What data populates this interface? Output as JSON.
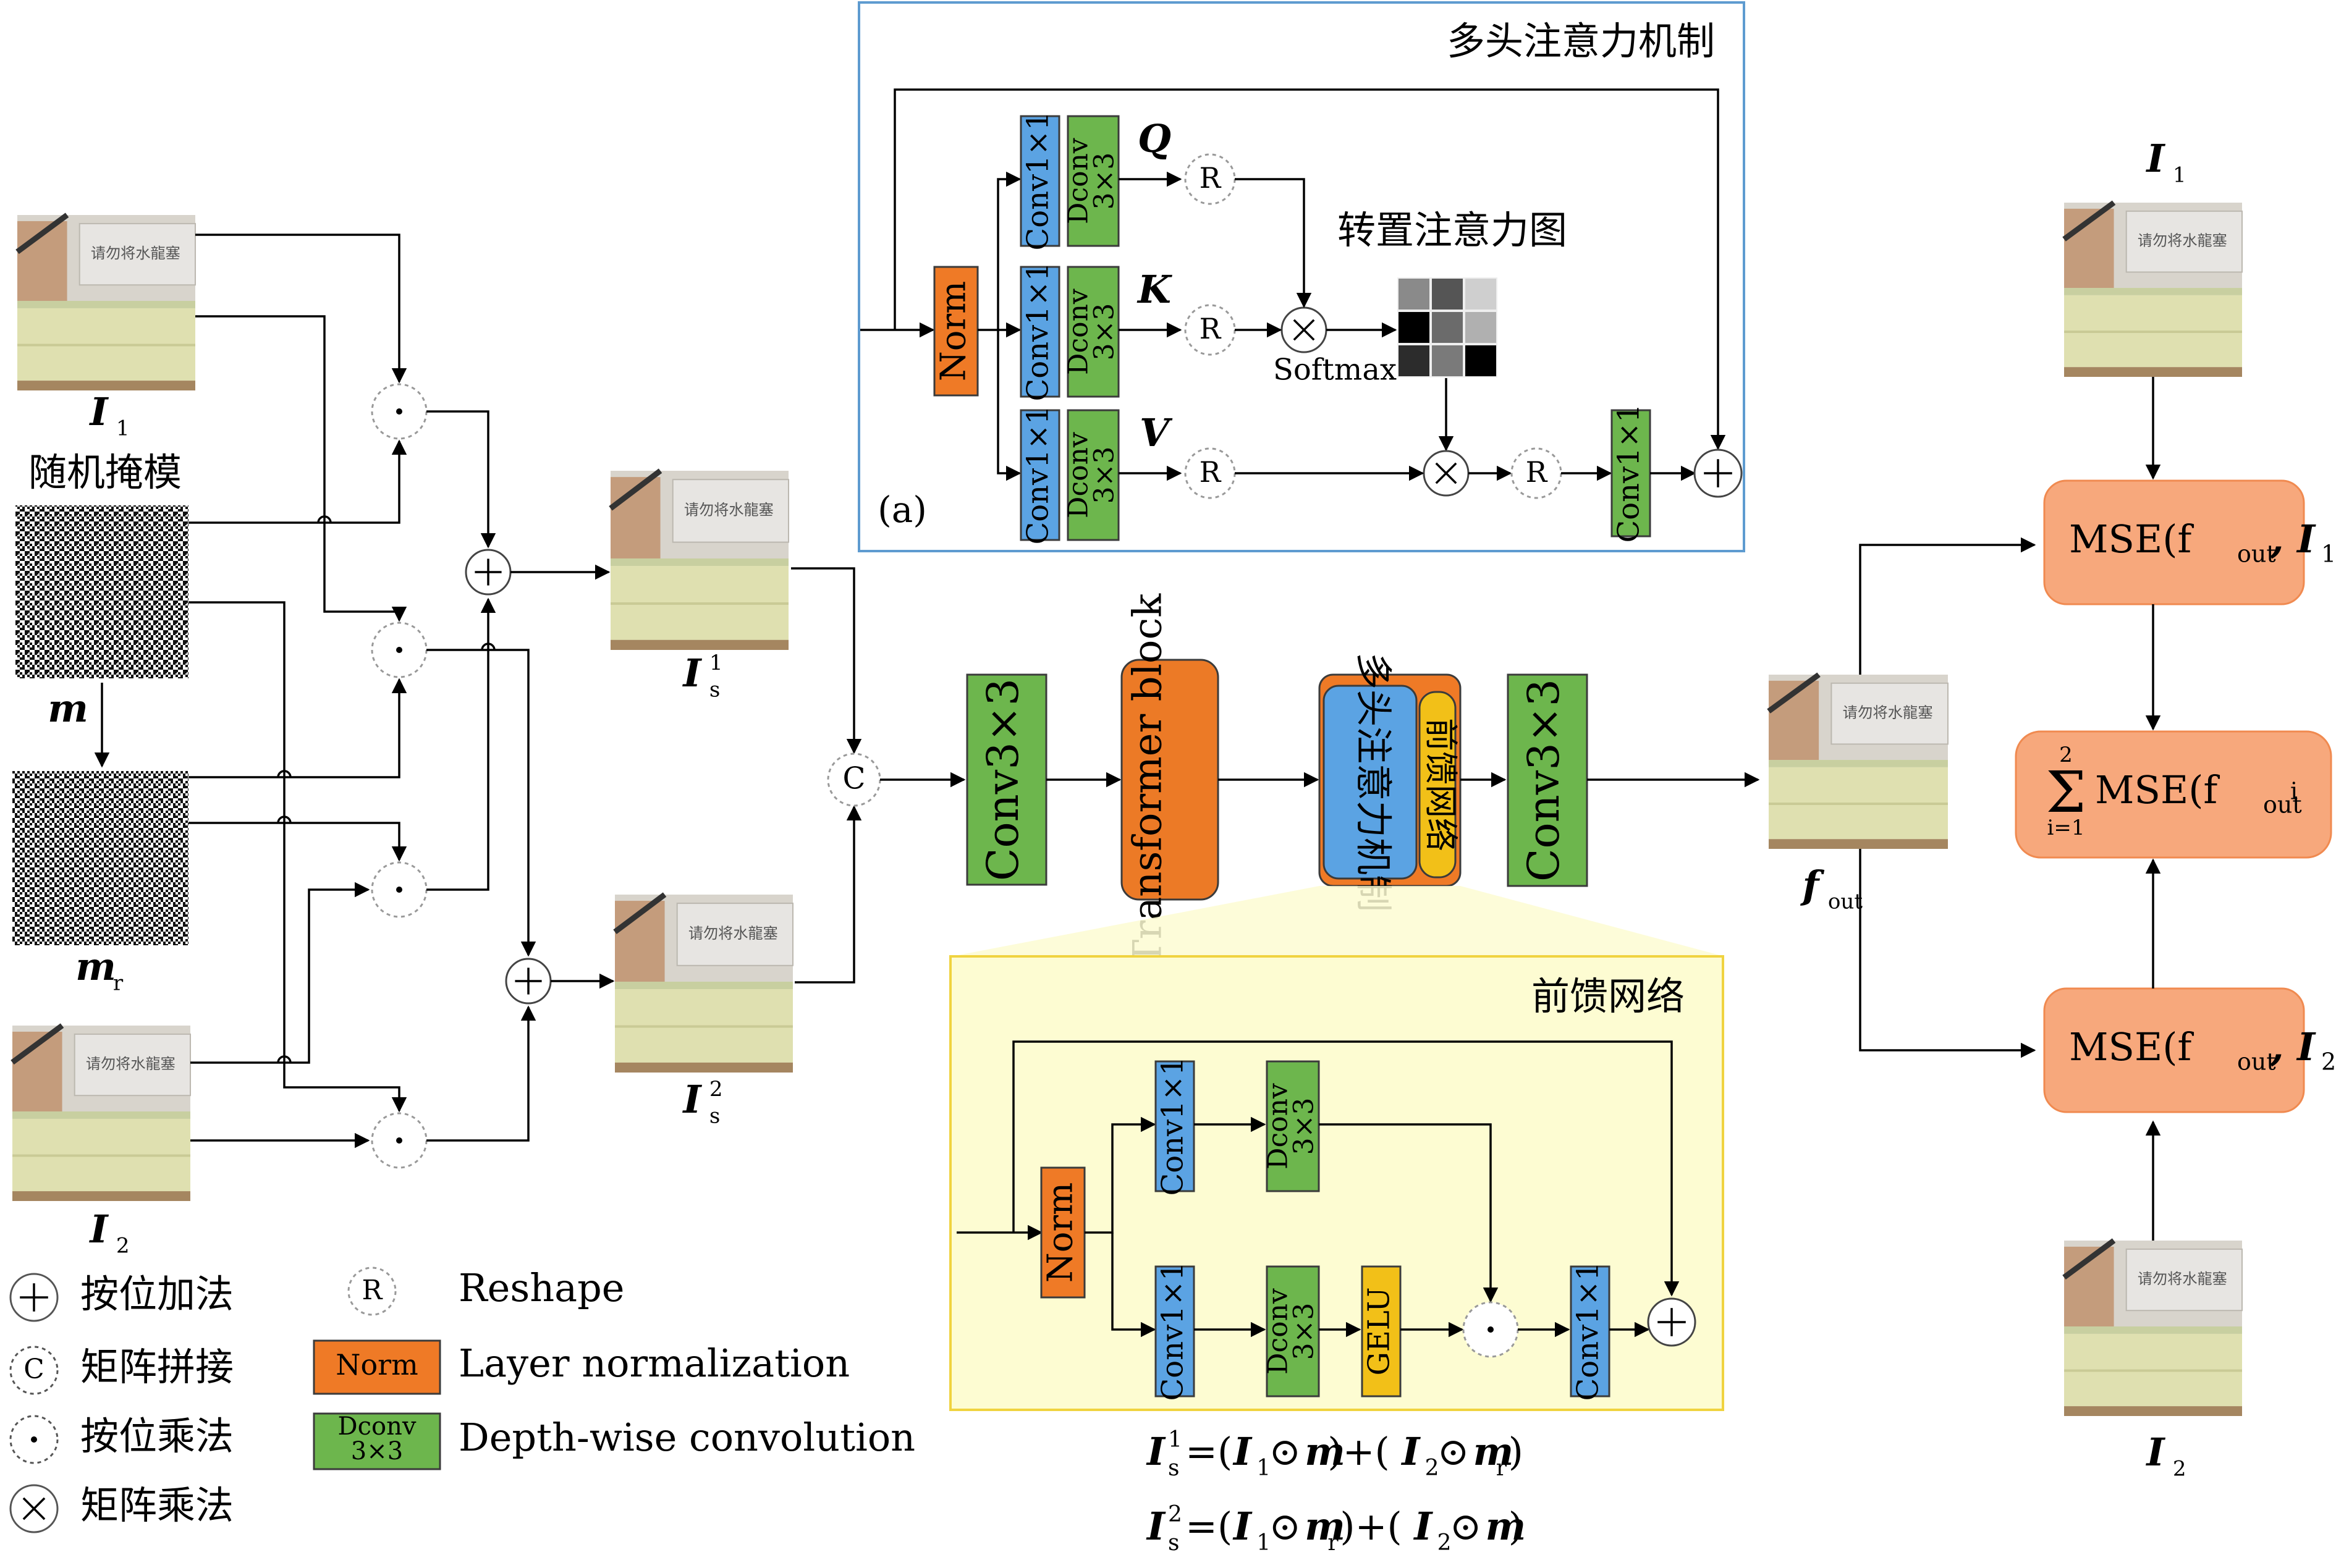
{
  "colors": {
    "conv1x1": "#5ba3e3",
    "dconv": "#6db64d",
    "norm": "#ef7a26",
    "transformer": "#ec7a26",
    "gelu": "#f2c018",
    "mse": "#f7a87c",
    "attn_box_border": "#5e9bd0",
    "ffn_box_fill": "#fdfcd2",
    "ffn_box_border": "#f0d340",
    "line": "#000000"
  },
  "inputs": {
    "i1_label": "I",
    "i1_sub": "1",
    "mask_title": "随机掩模",
    "m_label": "m",
    "mr_label": "m",
    "mr_sub": "r",
    "i2_label": "I",
    "i2_sub": "2",
    "is1_label": "I",
    "is1_sub": "s",
    "is1_sup": "1",
    "is2_label": "I",
    "is2_sub": "s",
    "is2_sup": "2",
    "fout_label": "f",
    "fout_sub": "out",
    "photo_text": "请勿将水龍塞"
  },
  "ops": {
    "plus": "+",
    "concat": "C",
    "dot": "·",
    "times": "×",
    "reshape": "R"
  },
  "attention": {
    "title": "多头注意力机制",
    "tag": "(a)",
    "map_title": "转置注意力图",
    "softmax": "Softmax",
    "q": "Q",
    "k": "K",
    "v": "V",
    "norm": "Norm",
    "conv1x1": "Conv1×1",
    "dconv_line1": "Dconv",
    "dconv_line2": "3×3"
  },
  "pipeline": {
    "conv3x3": "Conv3×3",
    "transformer": "Transformer block",
    "mha_short": "多头注意力机制",
    "ffn_short": "前馈网络",
    "conv3x3_b": "Conv3×3"
  },
  "ffn": {
    "title": "前馈网络",
    "norm": "Norm",
    "conv1x1": "Conv1×1",
    "dconv_line1": "Dconv",
    "dconv_line2": "3×3",
    "gelu": "GELU"
  },
  "losses": {
    "mse1": "MSE(f",
    "mse1_tail": ", I",
    "mse_sub_out": "out",
    "mse1_i_sub": "1",
    "mse2_i_sub": "2",
    "sum_top": "2",
    "sum_bottom": "i=1",
    "sum_mse": "MSE(f",
    "sum_i_sub": "i",
    "right_i1_label": "I",
    "right_i1_sub": "1",
    "right_i2_label": "I",
    "right_i2_sub": "2"
  },
  "legend": {
    "plus_text": "按位加法",
    "concat_text": "矩阵拼接",
    "dot_text": "按位乘法",
    "times_text": "矩阵乘法",
    "reshape_symbol": "R",
    "reshape_text": "Reshape",
    "norm_symbol": "Norm",
    "norm_text": "Layer normalization",
    "dconv_symbol_line1": "Dconv",
    "dconv_symbol_line2": "3×3",
    "dconv_text": "Depth-wise convolution"
  },
  "formulas": {
    "f1": "I",
    "f1_full": "=(I⊙m)+(I⊙m)",
    "eq1_parts": [
      "=(",
      "I",
      "1",
      "⊙",
      "m",
      ")+(",
      "I",
      "2",
      "⊙",
      "m",
      "r",
      ")"
    ],
    "eq2_parts": [
      "=(",
      "I",
      "1",
      "⊙",
      "m",
      "r",
      ")+(",
      "I",
      "2",
      "⊙",
      "m",
      ")"
    ],
    "lhs": "I",
    "lhs_sub": "s",
    "lhs_sup1": "1",
    "lhs_sup2": "2"
  }
}
